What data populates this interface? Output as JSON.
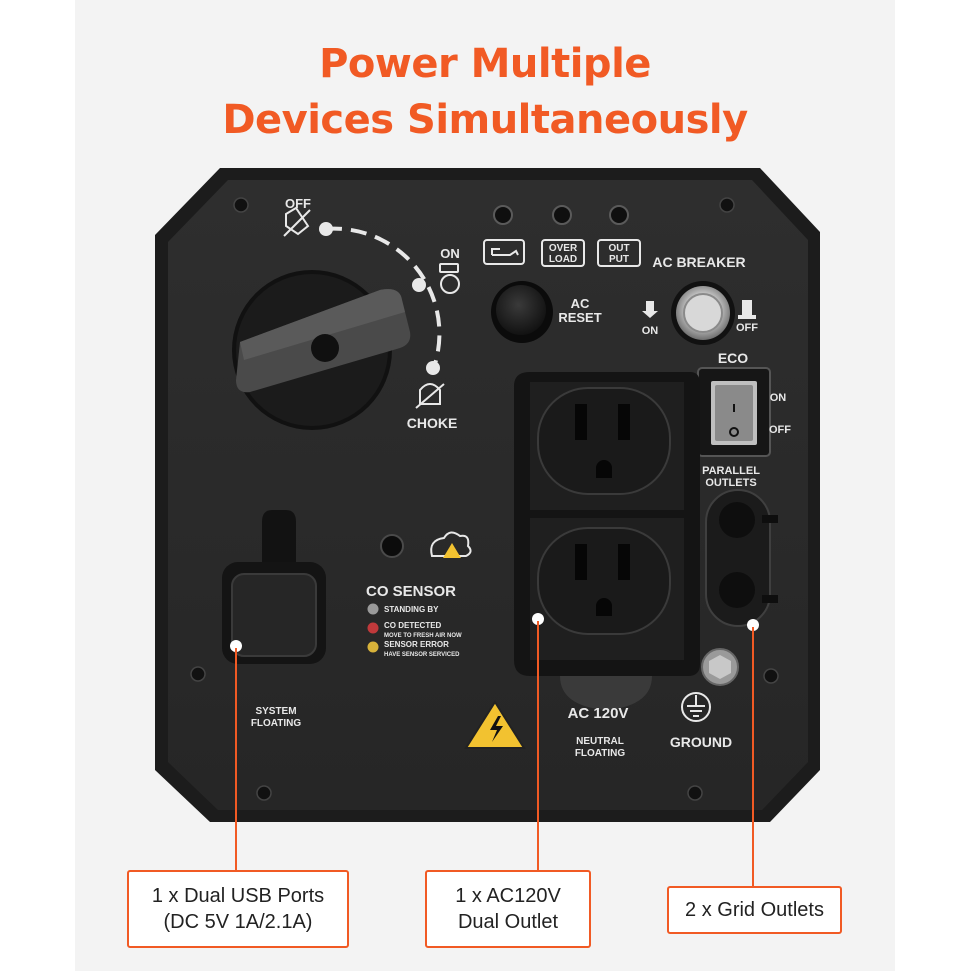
{
  "title": {
    "line1": "Power Multiple",
    "line2": "Devices Simultaneously"
  },
  "panel": {
    "switch": {
      "off": "OFF",
      "on": "ON",
      "choke": "CHOKE"
    },
    "indicators": {
      "overload": [
        "OVER",
        "LOAD"
      ],
      "output": [
        "OUT",
        "PUT"
      ]
    },
    "ac_breaker": {
      "label": "AC BREAKER",
      "on": "ON",
      "off": "OFF"
    },
    "ac_reset": [
      "AC",
      "RESET"
    ],
    "eco": {
      "label": "ECO",
      "on": "ON",
      "off": "OFF"
    },
    "parallel": [
      "PARALLEL",
      "OUTLETS"
    ],
    "co_sensor": {
      "title": "CO SENSOR",
      "items": [
        {
          "label": "STANDING BY",
          "sub": "",
          "color": "#9a9a9a"
        },
        {
          "label": "CO DETECTED",
          "sub": "MOVE TO FRESH AIR NOW",
          "color": "#c0393b"
        },
        {
          "label": "SENSOR ERROR",
          "sub": "HAVE SENSOR SERVICED",
          "color": "#d8b23a"
        }
      ]
    },
    "system_floating": [
      "SYSTEM",
      "FLOATING"
    ],
    "ac_120v": "AC 120V",
    "neutral_floating": [
      "NEUTRAL",
      "FLOATING"
    ],
    "ground": "GROUND"
  },
  "callouts": {
    "usb": {
      "line1": "1 x Dual USB Ports",
      "line2": "(DC 5V 1A/2.1A)"
    },
    "ac": {
      "line1": "1 x AC120V",
      "line2": "Dual Outlet"
    },
    "grid": {
      "line1": "2 x Grid Outlets"
    }
  },
  "colors": {
    "accent": "#f15a24",
    "panel": "#2a2a2a",
    "background": "#f3f3f3"
  }
}
